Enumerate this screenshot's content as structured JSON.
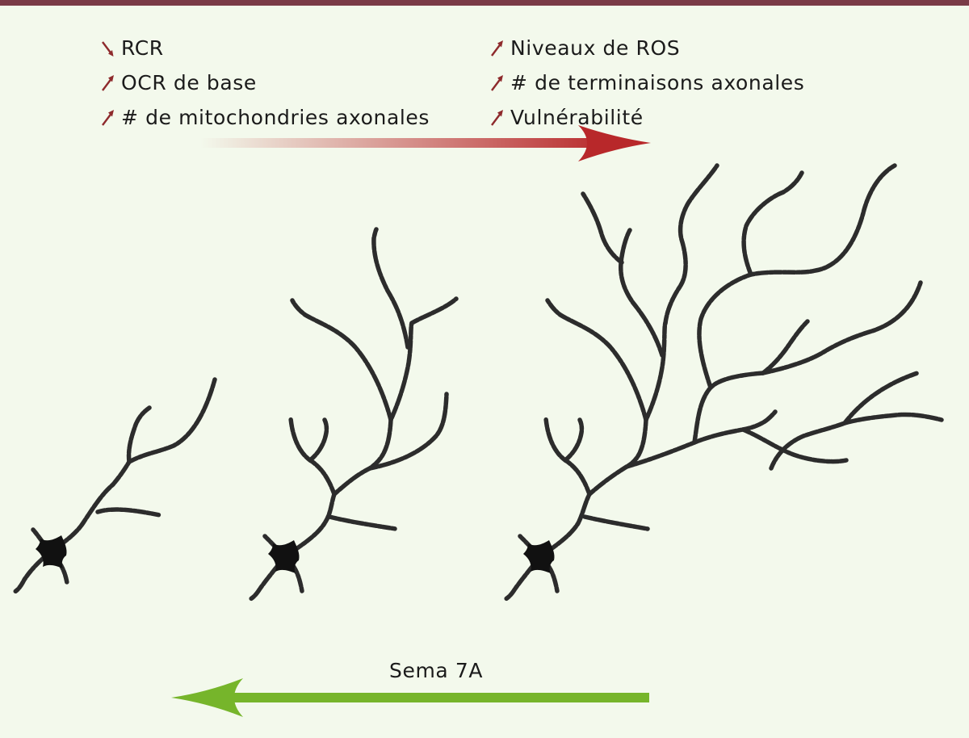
{
  "header": {
    "bar_color": "#7a3b47"
  },
  "indicators_left": [
    {
      "direction": "down",
      "icon": "down-arrow-icon",
      "label": "RCR"
    },
    {
      "direction": "up",
      "icon": "up-arrow-icon",
      "label": "OCR de base"
    },
    {
      "direction": "up",
      "icon": "up-arrow-icon",
      "label": "# de mitochondries axonales"
    }
  ],
  "indicators_right": [
    {
      "direction": "up",
      "icon": "up-arrow-icon",
      "label": "Niveaux de ROS"
    },
    {
      "direction": "up",
      "icon": "up-arrow-icon",
      "label": "# de terminaisons axonales"
    },
    {
      "direction": "up",
      "icon": "up-arrow-icon",
      "label": "Vulnérabilité"
    }
  ],
  "red_arrow": {
    "direction": "right",
    "color": "#b8282a"
  },
  "green_arrow": {
    "direction": "left",
    "color": "#76b52b",
    "label": "Sema 7A"
  },
  "colors": {
    "background": "#f3f9ec",
    "neuron": "#2c2c2c",
    "small_arrow": "#8e2a2c"
  },
  "neurons": [
    {
      "stage": 1,
      "arborization": "low"
    },
    {
      "stage": 2,
      "arborization": "medium"
    },
    {
      "stage": 3,
      "arborization": "high"
    }
  ]
}
